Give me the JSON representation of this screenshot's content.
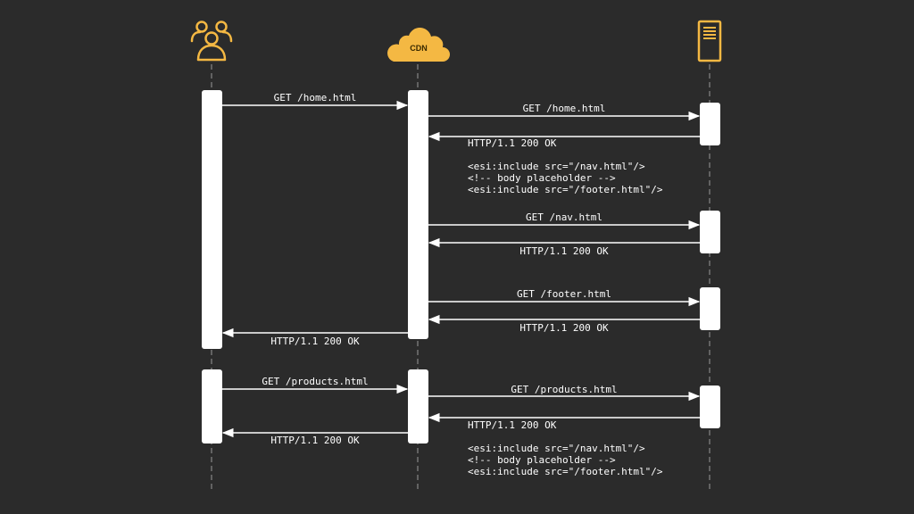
{
  "participants": {
    "client": {
      "icon": "users-icon"
    },
    "cdn": {
      "icon": "cloud-icon",
      "label": "CDN"
    },
    "origin": {
      "icon": "server-icon"
    }
  },
  "colors": {
    "background": "#2b2b2b",
    "accent": "#f4b843",
    "foreground": "#ffffff",
    "lifeline": "#9a9a9a"
  },
  "messages": [
    {
      "from": "client",
      "to": "cdn",
      "text": "GET /home.html"
    },
    {
      "from": "cdn",
      "to": "origin",
      "text": "GET /home.html"
    },
    {
      "from": "origin",
      "to": "cdn",
      "text": "HTTP/1.1 200 OK",
      "body": [
        "<esi:include src=\"/nav.html\"/>",
        "<!-- body placeholder -->",
        "<esi:include src=\"/footer.html\"/>"
      ]
    },
    {
      "from": "cdn",
      "to": "origin",
      "text": "GET /nav.html"
    },
    {
      "from": "origin",
      "to": "cdn",
      "text": "HTTP/1.1 200 OK"
    },
    {
      "from": "cdn",
      "to": "origin",
      "text": "GET /footer.html"
    },
    {
      "from": "origin",
      "to": "cdn",
      "text": "HTTP/1.1 200 OK"
    },
    {
      "from": "cdn",
      "to": "client",
      "text": "HTTP/1.1 200 OK"
    },
    {
      "from": "client",
      "to": "cdn",
      "text": "GET /products.html"
    },
    {
      "from": "cdn",
      "to": "origin",
      "text": "GET /products.html"
    },
    {
      "from": "origin",
      "to": "cdn",
      "text": "HTTP/1.1 200 OK",
      "body": [
        "<esi:include src=\"/nav.html\"/>",
        "<!-- body placeholder -->",
        "<esi:include src=\"/footer.html\"/>"
      ]
    },
    {
      "from": "cdn",
      "to": "client",
      "text": "HTTP/1.1 200 OK"
    }
  ]
}
